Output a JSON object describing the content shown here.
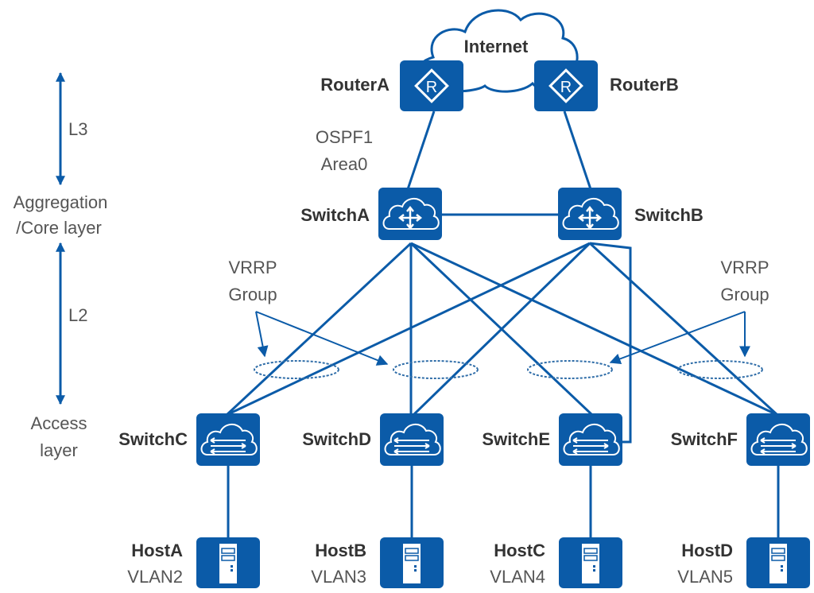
{
  "colors": {
    "device_fill": "#0b5ba8",
    "link": "#0b5ba8",
    "text_bold": "#333333",
    "text_regular": "#555555",
    "vrrp_ring": "#2f6da8"
  },
  "cloud": {
    "label": "Internet",
    "icon": "cloud-icon"
  },
  "routers": [
    {
      "id": "RouterA",
      "label": "RouterA",
      "icon": "router-icon"
    },
    {
      "id": "RouterB",
      "label": "RouterB",
      "icon": "router-icon"
    }
  ],
  "ospf": {
    "line1": "OSPF1",
    "line2": "Area0"
  },
  "core_switches": [
    {
      "id": "SwitchA",
      "label": "SwitchA",
      "icon": "l3-switch-icon"
    },
    {
      "id": "SwitchB",
      "label": "SwitchB",
      "icon": "l3-switch-icon"
    }
  ],
  "access_switches": [
    {
      "id": "SwitchC",
      "label": "SwitchC",
      "icon": "l2-switch-icon"
    },
    {
      "id": "SwitchD",
      "label": "SwitchD",
      "icon": "l2-switch-icon"
    },
    {
      "id": "SwitchE",
      "label": "SwitchE",
      "icon": "l2-switch-icon"
    },
    {
      "id": "SwitchF",
      "label": "SwitchF",
      "icon": "l2-switch-icon"
    }
  ],
  "hosts": [
    {
      "id": "HostA",
      "label": "HostA",
      "vlan": "VLAN2",
      "icon": "host-icon"
    },
    {
      "id": "HostB",
      "label": "HostB",
      "vlan": "VLAN3",
      "icon": "host-icon"
    },
    {
      "id": "HostC",
      "label": "HostC",
      "vlan": "VLAN4",
      "icon": "host-icon"
    },
    {
      "id": "HostD",
      "label": "HostD",
      "vlan": "VLAN5",
      "icon": "host-icon"
    }
  ],
  "vrrp_labels": [
    {
      "line1": "VRRP",
      "line2": "Group"
    },
    {
      "line1": "VRRP",
      "line2": "Group"
    }
  ],
  "layers": {
    "l3": "L3",
    "l2": "L2",
    "aggregation_line1": "Aggregation",
    "aggregation_line2": "/Core layer",
    "access_line1": "Access",
    "access_line2": "layer"
  },
  "links": [
    [
      "RouterA",
      "SwitchA"
    ],
    [
      "RouterB",
      "SwitchB"
    ],
    [
      "RouterA",
      "RouterB"
    ],
    [
      "SwitchA",
      "SwitchB"
    ],
    [
      "SwitchA",
      "SwitchC"
    ],
    [
      "SwitchA",
      "SwitchD"
    ],
    [
      "SwitchA",
      "SwitchE"
    ],
    [
      "SwitchA",
      "SwitchF"
    ],
    [
      "SwitchB",
      "SwitchC"
    ],
    [
      "SwitchB",
      "SwitchD"
    ],
    [
      "SwitchB",
      "SwitchE"
    ],
    [
      "SwitchB",
      "SwitchF"
    ],
    [
      "SwitchC",
      "HostA"
    ],
    [
      "SwitchD",
      "HostB"
    ],
    [
      "SwitchE",
      "HostC"
    ],
    [
      "SwitchF",
      "HostD"
    ]
  ]
}
